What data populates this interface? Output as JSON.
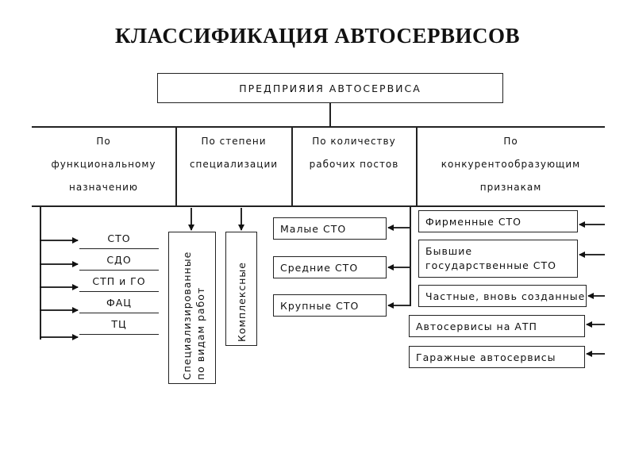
{
  "title": "КЛАССИФИКАЦИЯ АВТОСЕРВИСОВ",
  "root": "ПРЕДПРИЯИЯ АВТОСЕРВИСА",
  "categories": [
    {
      "lines": [
        "По",
        "функциональному",
        "назначению"
      ]
    },
    {
      "lines": [
        "По степени",
        "специализации"
      ]
    },
    {
      "lines": [
        "По количеству",
        "рабочих постов"
      ]
    },
    {
      "lines": [
        "По",
        "конкурентообразующим",
        "признакам"
      ]
    }
  ],
  "functional": [
    "СТО",
    "СДО",
    "СТП и ГО",
    "ФАЦ",
    "ТЦ"
  ],
  "specialization": {
    "specialized": [
      "Специализированные",
      "по видам работ"
    ],
    "complex": "Комплексные"
  },
  "posts": [
    "Малые СТО",
    "Средние СТО",
    "Крупные СТО"
  ],
  "competitive": [
    {
      "lines": [
        "Фирменные СТО"
      ]
    },
    {
      "lines": [
        "Бывшие",
        "государственные СТО"
      ]
    },
    {
      "lines": [
        "Частные, вновь созданные"
      ]
    },
    {
      "lines": [
        "Автосервисы на АТП"
      ]
    },
    {
      "lines": [
        "Гаражные автосервисы"
      ]
    }
  ]
}
